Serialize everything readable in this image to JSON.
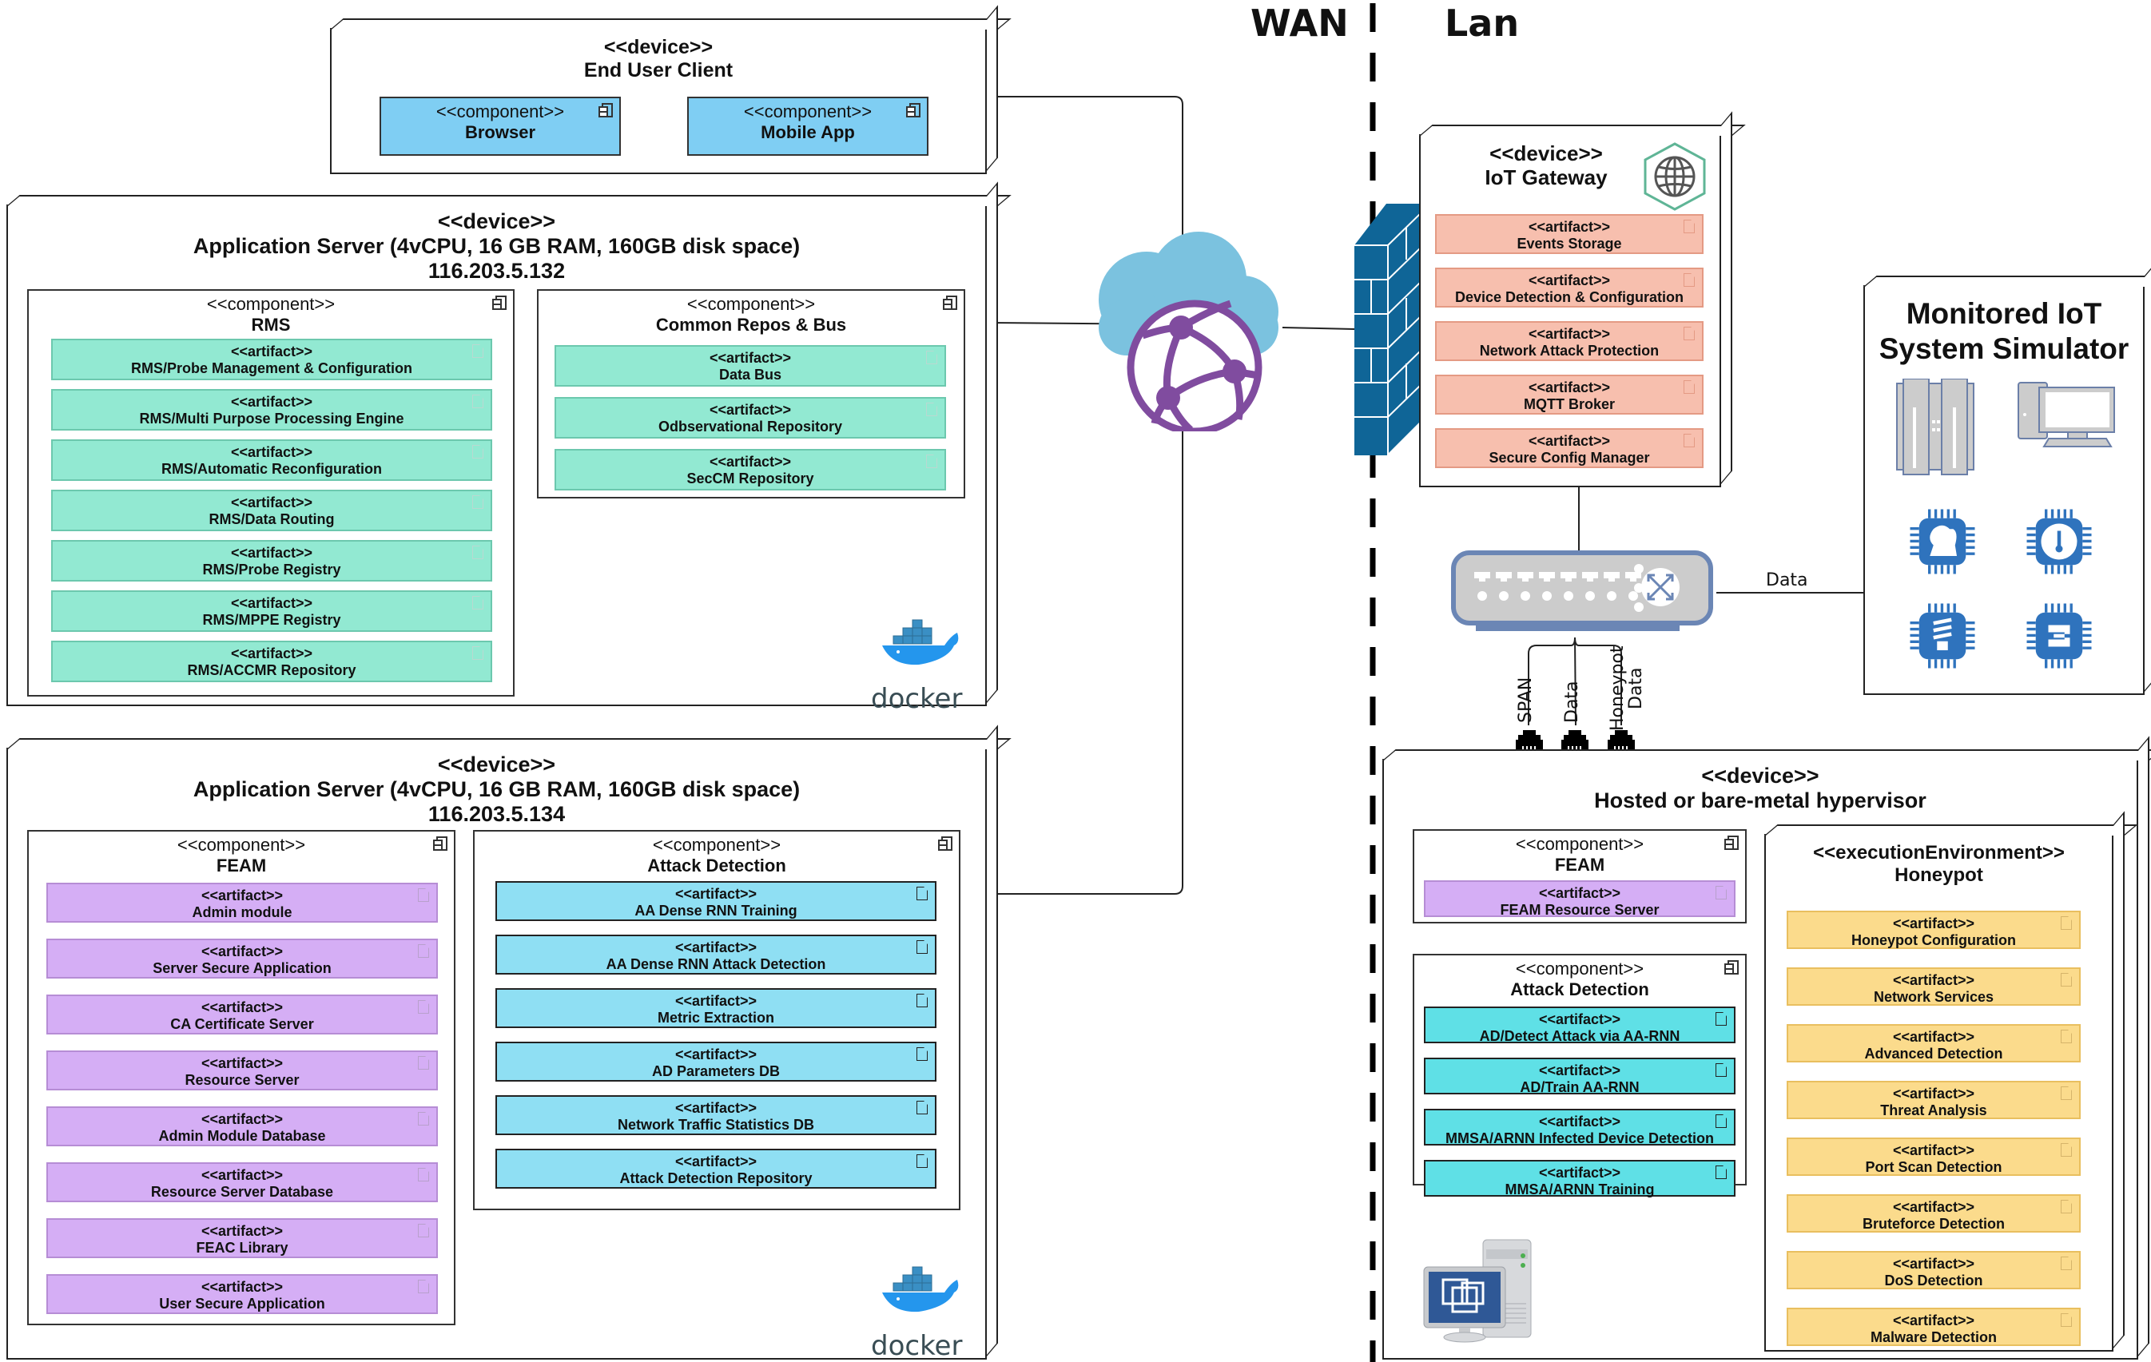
{
  "zones": {
    "wan_label": "WAN",
    "lan_label": "Lan"
  },
  "colors": {
    "rms_green": "#92e9d2",
    "feam_violet": "#d5aef5",
    "ad_cyan": "#8fdff3",
    "ad_cyan_hyp": "#5fe0e6",
    "gateway_salmon": "#f7bfae",
    "honeypot_yellow": "#fbdb8c",
    "client_blue": "#7fcef3",
    "firewall_blue": "#0f6597",
    "cloud_blue": "#7bc2df",
    "globe_purple": "#804c9f"
  },
  "end_user_client": {
    "stereotype": "<<device>>",
    "name": "End User Client",
    "components": [
      {
        "stereotype": "<<component>>",
        "name": "Browser",
        "icon": "component-icon"
      },
      {
        "stereotype": "<<component>>",
        "name": "Mobile App",
        "icon": "component-icon"
      }
    ]
  },
  "app_server_1": {
    "stereotype": "<<device>>",
    "name": "Application Server (4vCPU, 16 GB RAM, 160GB disk space)",
    "ip": "116.203.5.132",
    "logo": "docker",
    "components": [
      {
        "stereotype": "<<component>>",
        "name": "RMS",
        "artifacts": [
          {
            "stereotype": "<<artifact>>",
            "name": "RMS/Probe Management & Configuration"
          },
          {
            "stereotype": "<<artifact>>",
            "name": "RMS/Multi Purpose Processing Engine"
          },
          {
            "stereotype": "<<artifact>>",
            "name": "RMS/Automatic Reconfiguration"
          },
          {
            "stereotype": "<<artifact>>",
            "name": "RMS/Data Routing"
          },
          {
            "stereotype": "<<artifact>>",
            "name": "RMS/Probe Registry"
          },
          {
            "stereotype": "<<artifact>>",
            "name": "RMS/MPPE Registry"
          },
          {
            "stereotype": "<<artifact>>",
            "name": "RMS/ACCMR Repository"
          }
        ]
      },
      {
        "stereotype": "<<component>>",
        "name": "Common Repos & Bus",
        "artifacts": [
          {
            "stereotype": "<<artifact>>",
            "name": "Data Bus"
          },
          {
            "stereotype": "<<artifact>>",
            "name": "Odbservational Repository"
          },
          {
            "stereotype": "<<artifact>>",
            "name": "SecCM Repository"
          }
        ]
      }
    ]
  },
  "app_server_2": {
    "stereotype": "<<device>>",
    "name": "Application Server (4vCPU, 16 GB RAM, 160GB disk space)",
    "ip": "116.203.5.134",
    "logo": "docker",
    "components": [
      {
        "stereotype": "<<component>>",
        "name": "FEAM",
        "artifacts": [
          {
            "stereotype": "<<artifact>>",
            "name": "Admin module"
          },
          {
            "stereotype": "<<artifact>>",
            "name": "Server Secure Application"
          },
          {
            "stereotype": "<<artifact>>",
            "name": "CA Certificate Server"
          },
          {
            "stereotype": "<<artifact>>",
            "name": "Resource Server"
          },
          {
            "stereotype": "<<artifact>>",
            "name": "Admin Module Database"
          },
          {
            "stereotype": "<<artifact>>",
            "name": "Resource Server Database"
          },
          {
            "stereotype": "<<artifact>>",
            "name": "FEAC Library"
          },
          {
            "stereotype": "<<artifact>>",
            "name": "User Secure Application"
          }
        ]
      },
      {
        "stereotype": "<<component>>",
        "name": "Attack Detection",
        "artifacts": [
          {
            "stereotype": "<<artifact>>",
            "name": "AA Dense RNN Training"
          },
          {
            "stereotype": "<<artifact>>",
            "name": "AA Dense RNN  Attack Detection"
          },
          {
            "stereotype": "<<artifact>>",
            "name": "Metric Extraction"
          },
          {
            "stereotype": "<<artifact>>",
            "name": "AD Parameters DB"
          },
          {
            "stereotype": "<<artifact>>",
            "name": "Network Traffic Statistics DB"
          },
          {
            "stereotype": "<<artifact>>",
            "name": "Attack Detection Repository"
          }
        ]
      }
    ]
  },
  "iot_gateway": {
    "stereotype": "<<device>>",
    "name": "IoT Gateway",
    "icon": "globe-hexagon-icon",
    "artifacts": [
      {
        "stereotype": "<<artifact>>",
        "name": "Events Storage"
      },
      {
        "stereotype": "<<artifact>>",
        "name": "Device Detection & Configuration"
      },
      {
        "stereotype": "<<artifact>>",
        "name": "Network Attack Protection"
      },
      {
        "stereotype": "<<artifact>>",
        "name": "MQTT Broker"
      },
      {
        "stereotype": "<<artifact>>",
        "name": "Secure Config Manager"
      }
    ]
  },
  "simulator": {
    "title_line1": "Monitored IoT",
    "title_line2": "System Simulator",
    "icons": [
      "server-rack-icon",
      "desktop-computer-icon",
      "smart-kettle-chip-icon",
      "thermometer-gauge-chip-icon",
      "light-bulb-chip-icon",
      "circuit-chip-icon"
    ]
  },
  "switch": {
    "icon": "network-switch-icon",
    "data_link_label": "Data",
    "port_labels": [
      "SPAN",
      "Data",
      "Honeypot\nData"
    ],
    "port_label_honeypot_1": "Honeypot",
    "port_label_honeypot_2": "Data"
  },
  "hypervisor": {
    "stereotype": "<<device>>",
    "name": "Hosted or bare-metal hypervisor",
    "icon": "virtual-machine-server-icon",
    "feam": {
      "stereotype": "<<component>>",
      "name": "FEAM",
      "artifacts": [
        {
          "stereotype": "<<artifact>>",
          "name": "FEAM Resource Server"
        }
      ]
    },
    "attack_detection": {
      "stereotype": "<<component>>",
      "name": "Attack Detection",
      "artifacts": [
        {
          "stereotype": "<<artifact>>",
          "name": "AD/Detect Attack via AA-RNN"
        },
        {
          "stereotype": "<<artifact>>",
          "name": "AD/Train AA-RNN"
        },
        {
          "stereotype": "<<artifact>>",
          "name": "MMSA/ARNN Infected Device Detection"
        },
        {
          "stereotype": "<<artifact>>",
          "name": "MMSA/ARNN Training"
        }
      ]
    },
    "honeypot": {
      "stereotype": "<<executionEnvironment>>",
      "name": "Honeypot",
      "artifacts": [
        {
          "stereotype": "<<artifact>>",
          "name": "Honeypot Configuration"
        },
        {
          "stereotype": "<<artifact>>",
          "name": "Network Services"
        },
        {
          "stereotype": "<<artifact>>",
          "name": "Advanced Detection"
        },
        {
          "stereotype": "<<artifact>>",
          "name": "Threat Analysis"
        },
        {
          "stereotype": "<<artifact>>",
          "name": "Port Scan Detection"
        },
        {
          "stereotype": "<<artifact>>",
          "name": "Bruteforce Detection"
        },
        {
          "stereotype": "<<artifact>>",
          "name": "DoS Detection"
        },
        {
          "stereotype": "<<artifact>>",
          "name": "Malware Detection"
        }
      ]
    }
  },
  "docker_text": "docker"
}
